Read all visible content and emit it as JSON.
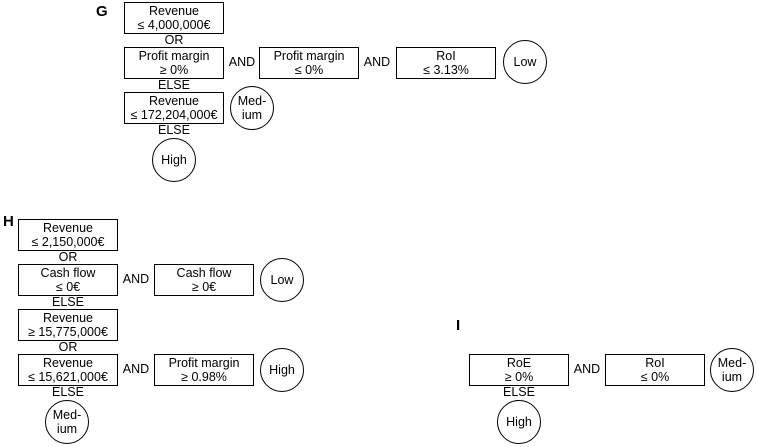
{
  "panels": {
    "G": {
      "label": "G",
      "rules": [
        {
          "feature": "Revenue",
          "threshold": "≤ 4,000,000€"
        },
        {
          "op": "OR"
        },
        {
          "feature": "Profit margin",
          "threshold": "≥ 0%"
        },
        {
          "op": "AND"
        },
        {
          "feature": "Profit margin",
          "threshold": "≤ 0%"
        },
        {
          "op": "AND"
        },
        {
          "feature": "RoI",
          "threshold": "≤ 3.13%"
        },
        {
          "leaf": "Low"
        },
        {
          "op": "ELSE"
        },
        {
          "feature": "Revenue",
          "threshold": "≤ 172,204,000€"
        },
        {
          "leaf": "Med-ium"
        },
        {
          "op": "ELSE"
        },
        {
          "leaf": "High"
        }
      ]
    },
    "H": {
      "label": "H",
      "rules": [
        {
          "feature": "Revenue",
          "threshold": "≤ 2,150,000€"
        },
        {
          "op": "OR"
        },
        {
          "feature": "Cash flow",
          "threshold": "≤ 0€"
        },
        {
          "op": "AND"
        },
        {
          "feature": "Cash flow",
          "threshold": "≥ 0€"
        },
        {
          "leaf": "Low"
        },
        {
          "op": "ELSE"
        },
        {
          "feature": "Revenue",
          "threshold": "≥ 15,775,000€"
        },
        {
          "op": "OR"
        },
        {
          "feature": "Revenue",
          "threshold": "≤ 15,621,000€"
        },
        {
          "op": "AND"
        },
        {
          "feature": "Profit margin",
          "threshold": "≥ 0.98%"
        },
        {
          "leaf": "High"
        },
        {
          "op": "ELSE"
        },
        {
          "leaf": "Med-ium"
        }
      ]
    },
    "I": {
      "label": "I",
      "rules": [
        {
          "feature": "RoE",
          "threshold": "≥ 0%"
        },
        {
          "op": "AND"
        },
        {
          "feature": "RoI",
          "threshold": "≤ 0%"
        },
        {
          "leaf": "Med-ium"
        },
        {
          "op": "ELSE"
        },
        {
          "leaf": "High"
        }
      ]
    }
  },
  "medium_leaf": {
    "line1": "Med-",
    "line2": "ium"
  }
}
